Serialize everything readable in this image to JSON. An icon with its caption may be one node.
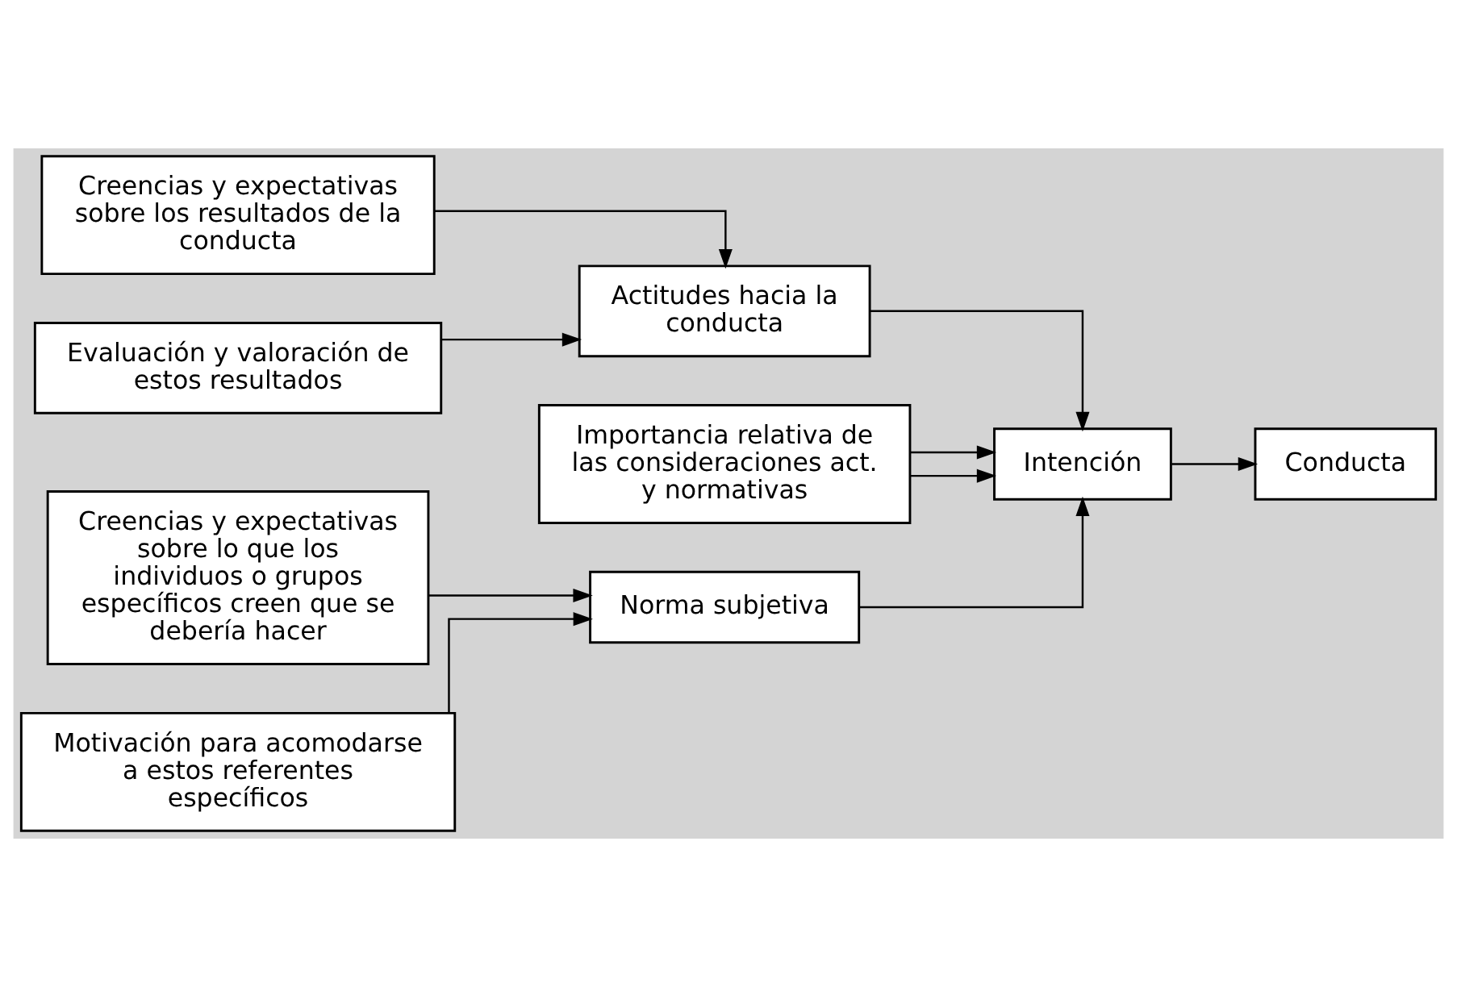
{
  "diagram": {
    "nodes": [
      {
        "text": [
          "Creencias y expectativas sobre los resultados de la conducta"
        ]
      },
      {
        "text": [
          "Evaluación y valoración de estos resultados"
        ]
      },
      {
        "text": [
          "Actitudes hacia la conducta"
        ]
      },
      {
        "text": [
          "Importancia relativa de las consideraciones act. y normativas"
        ]
      },
      {
        "text": [
          "Creencias y expectativas sobre lo que los individuos o grupos específicos creen que se debería hacer"
        ]
      },
      {
        "text": [
          "Motivación para acomodarse a estos referentes específicos"
        ]
      },
      {
        "text": [
          "Norma subjetiva"
        ]
      },
      {
        "text": [
          "Intención"
        ]
      },
      {
        "text": [
          "Conducta"
        ]
      }
    ],
    "edges": [
      {
        "from": 0,
        "to": 2,
        "arrow": "to"
      },
      {
        "from": 1,
        "to": 2,
        "arrow": "to"
      },
      {
        "from": 2,
        "to": 7,
        "arrow": "to"
      },
      {
        "from": 3,
        "to": 7,
        "arrow": "to"
      },
      {
        "from": 3,
        "to": 7,
        "arrow": "to"
      },
      {
        "from": 4,
        "to": 6,
        "arrow": "to"
      },
      {
        "from": 5,
        "to": 6,
        "arrow": "to"
      },
      {
        "from": 6,
        "to": 7,
        "arrow": "to"
      },
      {
        "from": 7,
        "to": 8,
        "arrow": "to"
      }
    ]
  }
}
